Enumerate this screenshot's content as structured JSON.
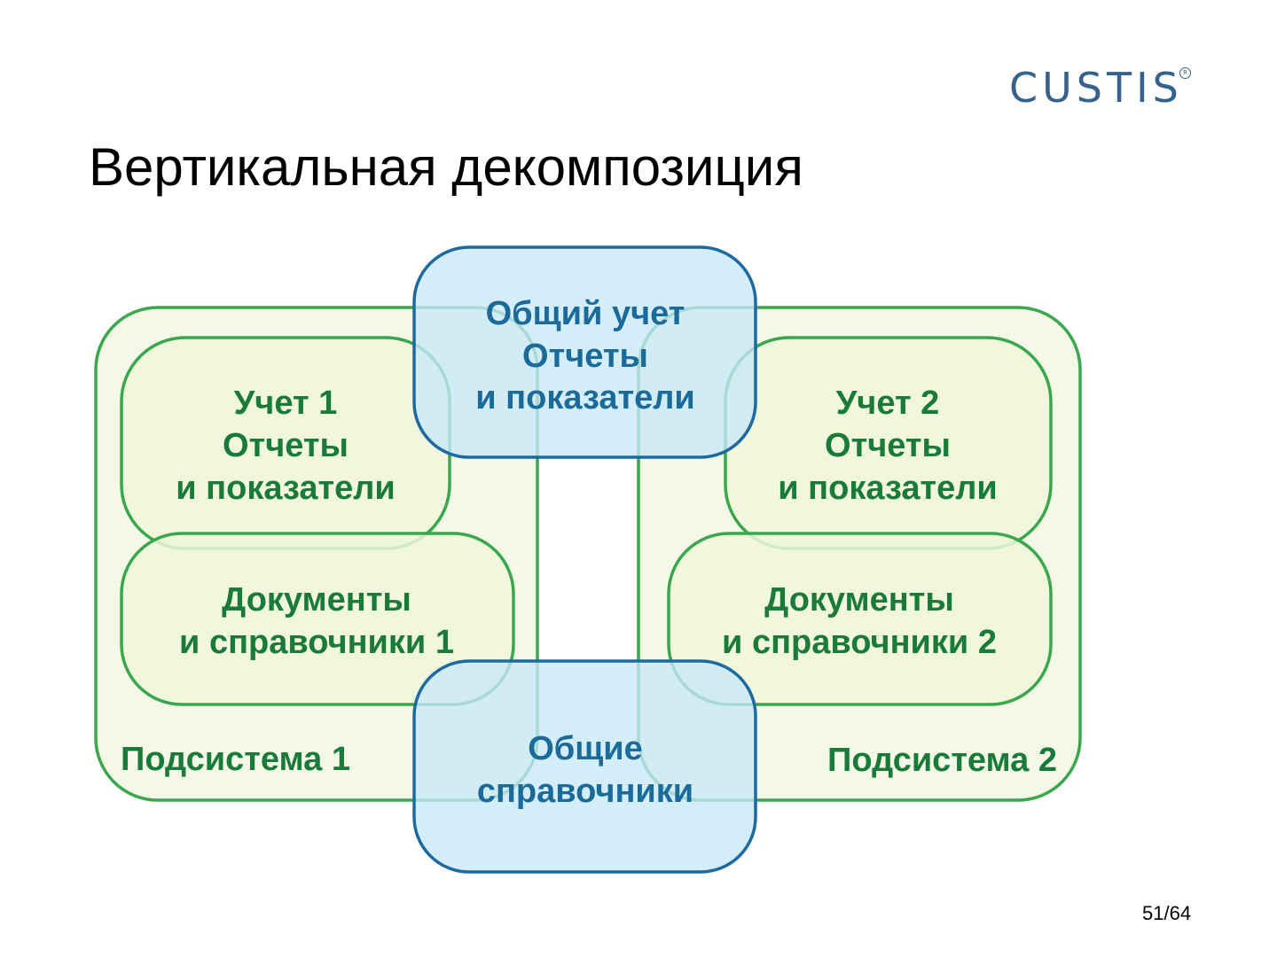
{
  "logo": {
    "text": "CUSTIS",
    "reg": "R"
  },
  "title": "Вертикальная декомпозиция",
  "page_number": "51/64",
  "colors": {
    "green_stroke": "#3aa74e",
    "green_fill": "#f3f9e6",
    "green_inner_fill": "#eef7d9",
    "green_text": "#1a7a3a",
    "blue_stroke": "#1e6aa0",
    "blue_fill": "#cfeaf8",
    "blue_text": "#1a6a9a"
  },
  "diagram": {
    "subsystem1": {
      "label": "Подсистема 1"
    },
    "subsystem2": {
      "label": "Подсистема 2"
    },
    "accounting1": {
      "line1": "Учет 1",
      "line2": "Отчеты",
      "line3": "и показатели"
    },
    "accounting2": {
      "line1": "Учет 2",
      "line2": "Отчеты",
      "line3": "и показатели"
    },
    "documents1": {
      "line1": "Документы",
      "line2": "и справочники 1"
    },
    "documents2": {
      "line1": "Документы",
      "line2": "и справочники 2"
    },
    "common_accounting": {
      "line1": "Общий учет",
      "line2": "Отчеты",
      "line3": "и показатели"
    },
    "common_references": {
      "line1": "Общие",
      "line2": "справочники"
    }
  }
}
